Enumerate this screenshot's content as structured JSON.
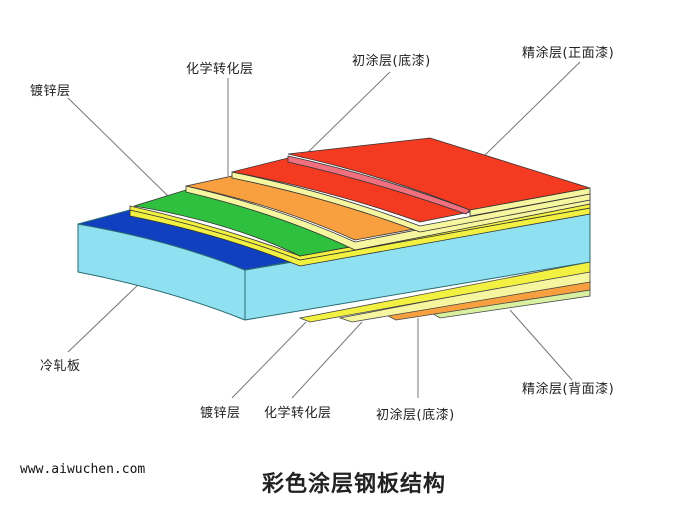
{
  "diagram": {
    "title": "彩色涂层钢板结构",
    "watermark": "www.aiwuchen.com",
    "top_labels": [
      {
        "id": "galvanized-top",
        "text": "镀锌层"
      },
      {
        "id": "chemical-top",
        "text": "化学转化层"
      },
      {
        "id": "primer-top",
        "text": "初涂层(底漆)"
      },
      {
        "id": "finish-top",
        "text": "精涂层(正面漆)"
      }
    ],
    "bottom_labels": [
      {
        "id": "substrate",
        "text": "冷轧板"
      },
      {
        "id": "galvanized-bottom",
        "text": "镀锌层"
      },
      {
        "id": "chemical-bottom",
        "text": "化学转化层"
      },
      {
        "id": "primer-bottom",
        "text": "初涂层(底漆)"
      },
      {
        "id": "finish-bottom",
        "text": "精涂层(背面漆)"
      }
    ],
    "colors": {
      "substrate_side": "#8fe0f0",
      "substrate_top": "#1040c0",
      "zinc": "#f2f040",
      "zinc_light": "#f6f6a0",
      "green": "#30c040",
      "orange": "#f8a040",
      "red": "#f43a20",
      "pink": "#f07080",
      "back_green": "#d8f0a0"
    }
  }
}
